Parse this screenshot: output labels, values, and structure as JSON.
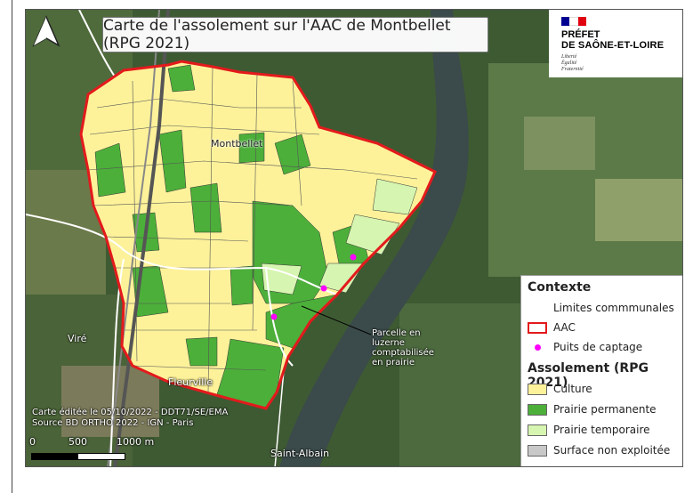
{
  "title": "Carte de l'assolement sur l'AAC de Montbellet (RPG 2021)",
  "prefet": {
    "line1": "PRÉFET",
    "line2": "DE SAÔNE-ET-LOIRE",
    "motto": [
      "Liberté",
      "Égalité",
      "Fraternité"
    ],
    "flag_colors": [
      "#000091",
      "#ffffff",
      "#e1000f"
    ]
  },
  "places": {
    "montbellet": "Montbellet",
    "vire": "Viré",
    "fleurville": "Fleurville",
    "saint_albain": "Saint-Albain"
  },
  "annotation": [
    "Parcelle en",
    "luzerne",
    "comptabilisée",
    "en prairie"
  ],
  "credits": [
    "Carte éditée le 05/10/2022 - DDT71/SE/EMA",
    "Source BD ORTHO 2022 - IGN - Paris"
  ],
  "scale": {
    "labels": [
      "0",
      "500",
      "1000 m"
    ]
  },
  "legend": {
    "context_title": "Contexte",
    "context_items": [
      {
        "label": "Limites commmunales",
        "symbol": "none"
      },
      {
        "label": "AAC",
        "symbol": "outline",
        "color": "#e31a1c"
      },
      {
        "label": "Puits de captage",
        "symbol": "dot",
        "color": "#ff00ff"
      }
    ],
    "assolement_title": "Assolement (RPG 2021)",
    "assolement_items": [
      {
        "label": "Culture",
        "color": "#fdf29a"
      },
      {
        "label": "Prairie permanente",
        "color": "#4caf3a"
      },
      {
        "label": "Prairie temporaire",
        "color": "#d6f5b0"
      },
      {
        "label": "Surface non exploitée",
        "color": "#c8c8c8"
      }
    ]
  }
}
